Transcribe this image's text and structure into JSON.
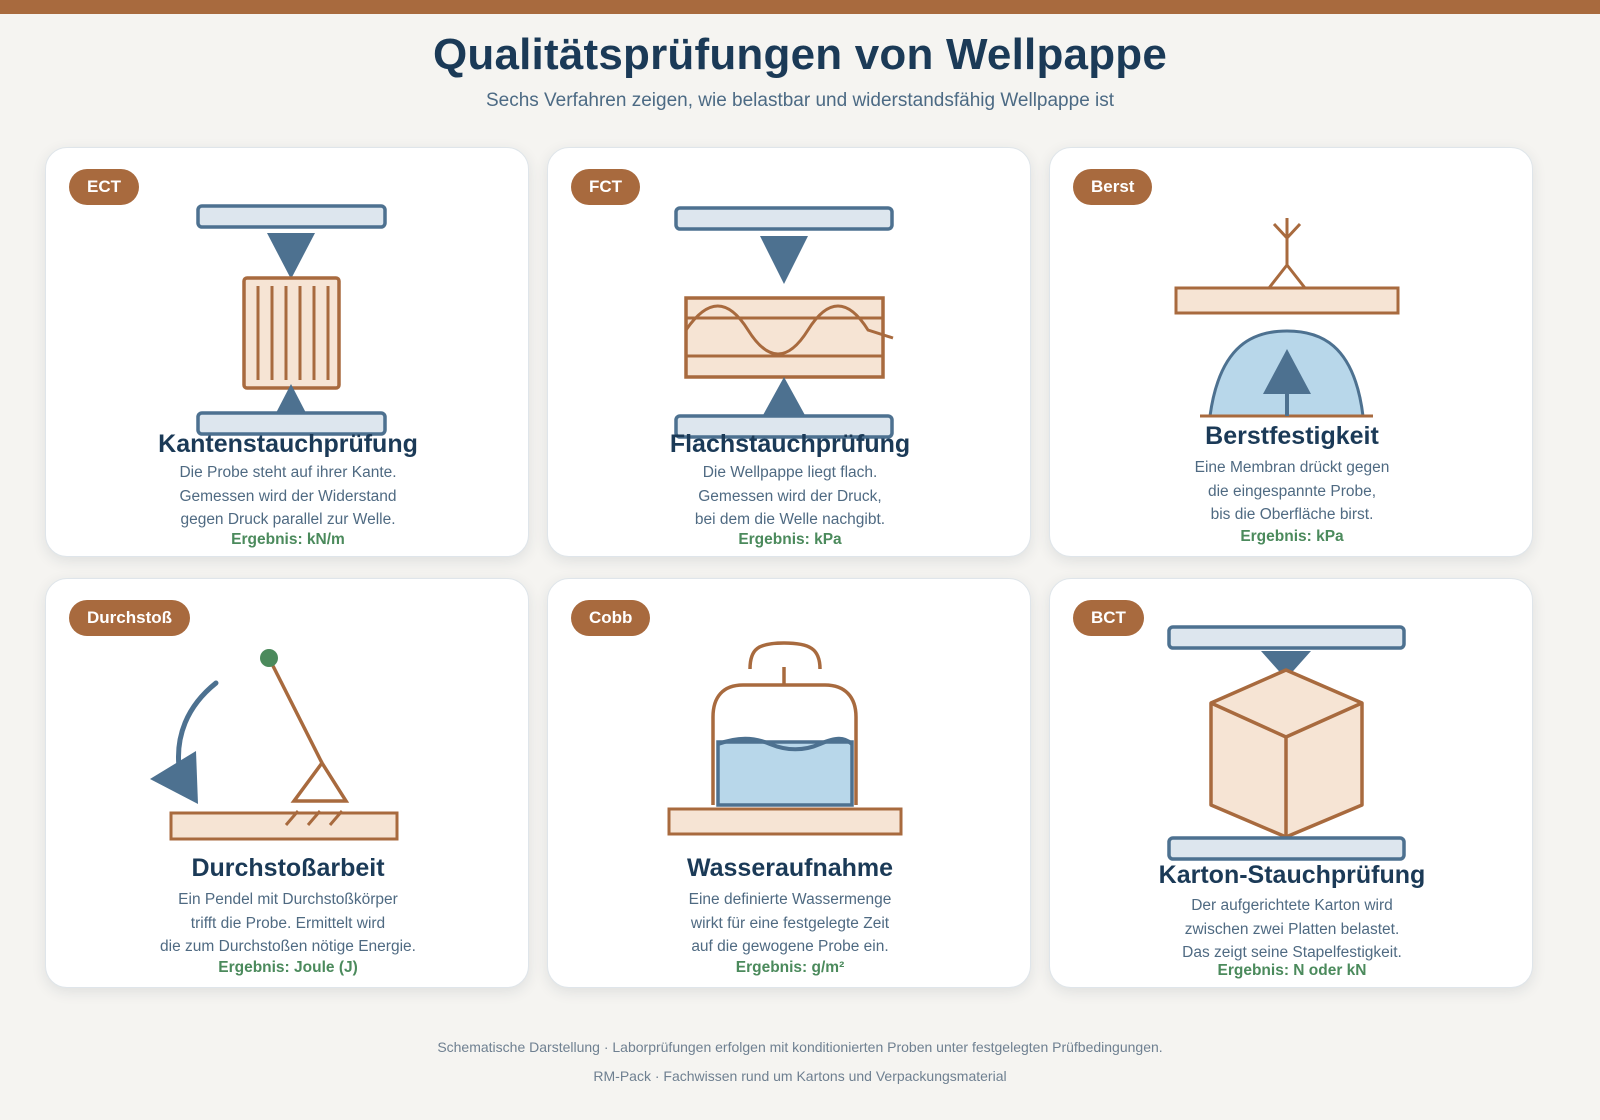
{
  "header": {
    "title": "Qualitätsprüfungen von Wellpappe",
    "subtitle": "Sechs Verfahren zeigen, wie belastbar und widerstandsfähig Wellpappe ist"
  },
  "colors": {
    "accent_brown": "#a86a3e",
    "steel_blue": "#4d7190",
    "result_green": "#4b8a5c",
    "water_blue": "#b8d7ea",
    "cardboard_fill": "#f6e4d4"
  },
  "cards": [
    {
      "badge": "ECT",
      "title": "Kantenstauchprüfung",
      "desc": [
        "Die Probe steht auf ihrer Kante.",
        "Gemessen wird der Widerstand",
        "gegen Druck parallel zur Welle."
      ],
      "result": "Ergebnis: kN/m",
      "icon": "edge-crush-icon"
    },
    {
      "badge": "FCT",
      "title": "Flachstauchprüfung",
      "desc": [
        "Die Wellpappe liegt flach.",
        "Gemessen wird der Druck,",
        "bei dem die Welle nachgibt."
      ],
      "result": "Ergebnis: kPa",
      "icon": "flat-crush-icon"
    },
    {
      "badge": "Berst",
      "title": "Berstfestigkeit",
      "desc": [
        "Eine Membran drückt gegen",
        "die eingespannte Probe,",
        "bis die Oberfläche birst."
      ],
      "result": "Ergebnis: kPa",
      "icon": "burst-membrane-icon"
    },
    {
      "badge": "Durchstoß",
      "title": "Durchstoßarbeit",
      "desc": [
        "Ein Pendel mit Durchstoßkörper",
        "trifft die Probe. Ermittelt wird",
        "die zum Durchstoßen nötige Energie."
      ],
      "result": "Ergebnis: Joule (J)",
      "icon": "pendulum-icon"
    },
    {
      "badge": "Cobb",
      "title": "Wasseraufnahme",
      "desc": [
        "Eine definierte Wassermenge",
        "wirkt für eine festgelegte Zeit",
        "auf die gewogene Probe ein."
      ],
      "result": "Ergebnis: g/m²",
      "icon": "water-cup-icon"
    },
    {
      "badge": "BCT",
      "title": "Karton-Stauchprüfung",
      "desc": [
        "Der aufgerichtete Karton wird",
        "zwischen zwei Platten belastet.",
        "Das zeigt seine Stapelfestigkeit."
      ],
      "result": "Ergebnis: N oder kN",
      "icon": "box-compression-icon"
    }
  ],
  "footer": {
    "note": "Schematische Darstellung · Laborprüfungen erfolgen mit konditionierten Proben unter festgelegten Prüfbedingungen.",
    "brand": "RM-Pack · Fachwissen rund um Kartons und Verpackungsmaterial"
  }
}
